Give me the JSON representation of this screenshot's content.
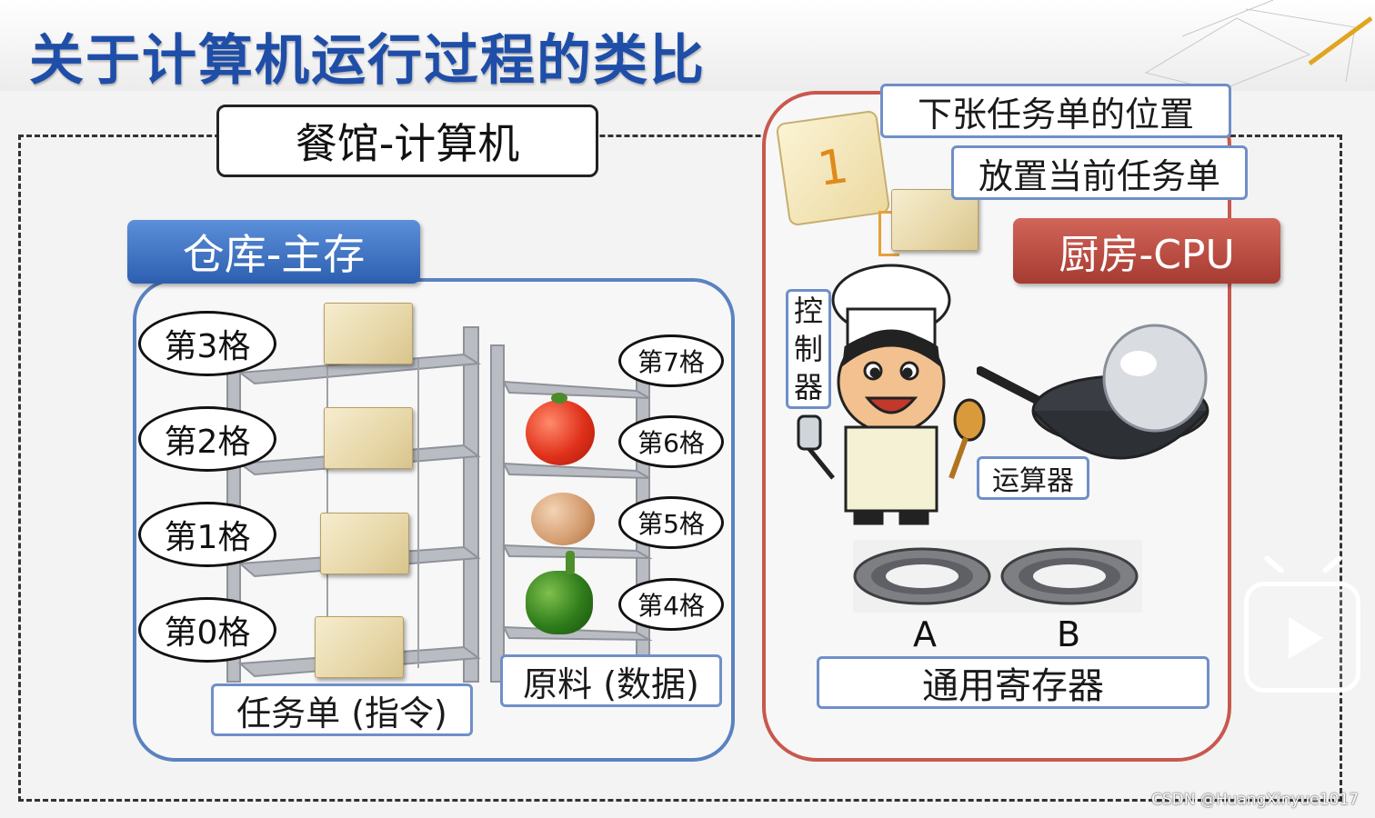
{
  "title": "关于计算机运行过程的类比",
  "restaurant_label": "餐馆-计算机",
  "warehouse": {
    "title": "仓库-主存",
    "left_slots": [
      "第3格",
      "第2格",
      "第1格",
      "第0格"
    ],
    "right_slots": [
      "第7格",
      "第6格",
      "第5格",
      "第4格"
    ],
    "instruction_label": "任务单 (指令)",
    "data_label": "原料 (数据)"
  },
  "kitchen": {
    "title": "厨房-CPU",
    "next_order_label": "下张任务单的位置",
    "current_order_label": "放置当前任务单",
    "order_number": "1",
    "controller_label": [
      "控",
      "制",
      "器"
    ],
    "alu_label": "运算器",
    "register_a": "A",
    "register_b": "B",
    "registers_label": "通用寄存器"
  },
  "watermark": "CSDN @HuangXinyue1017",
  "colors": {
    "title": "#1f4ea8",
    "warehouse_accent": "#2d5fb0",
    "kitchen_accent": "#a63b31"
  }
}
